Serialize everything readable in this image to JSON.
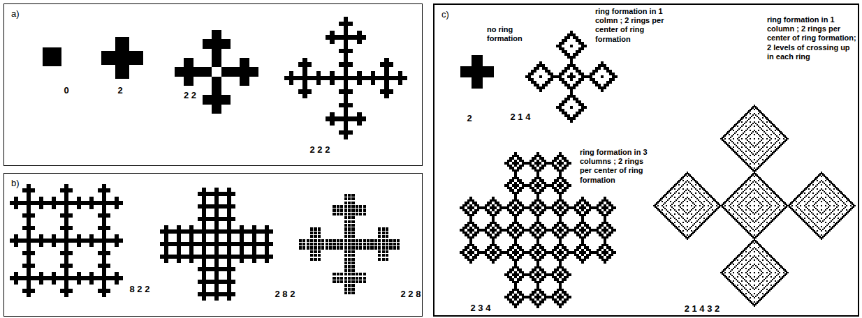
{
  "diagram": {
    "nodes": [
      {
        "text": [
          "a)"
        ]
      },
      {
        "text": [
          "b)"
        ]
      },
      {
        "text": [
          "c)"
        ]
      }
    ],
    "labels": [
      "0",
      "2",
      "2 2",
      "2 2 2",
      "8 2 2",
      "2 8 2",
      "2 2 8",
      "no ring formation",
      "ring formation in 1 colmn ; 2 rings per center of ring formation",
      "ring formation in 1 column ; 2 rings per center of ring formation; 2 levels of crossing up in each ring",
      "2",
      "2 1 4",
      "ring formation in 3 columns ; 2 rings per center of ring formation",
      "2 3 4",
      "2 1 4 3 2"
    ]
  }
}
